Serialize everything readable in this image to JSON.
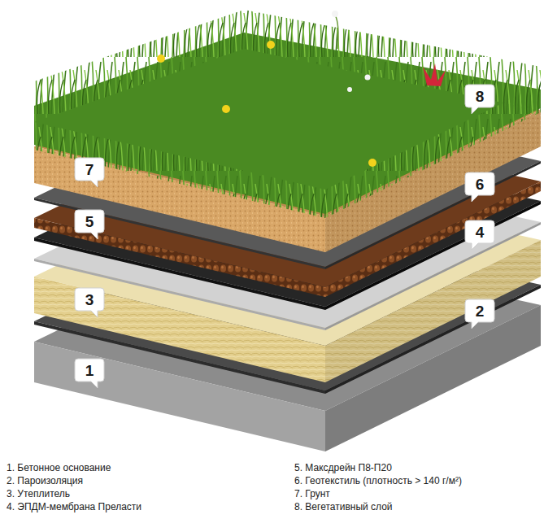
{
  "diagram": {
    "labels": [
      "8",
      "7",
      "6",
      "5",
      "4",
      "3",
      "2",
      "1",
      "1. Бетонное основание",
      "2. Пароизоляция",
      "3. Утеплитель",
      "4. ЭПДМ-мембрана Преласти",
      "5. Максдрейн П8-П20",
      "6. Геотекстиль (плотность > 140 г/м²)",
      "7. Грунт",
      "8. Вегетативный слой"
    ]
  }
}
